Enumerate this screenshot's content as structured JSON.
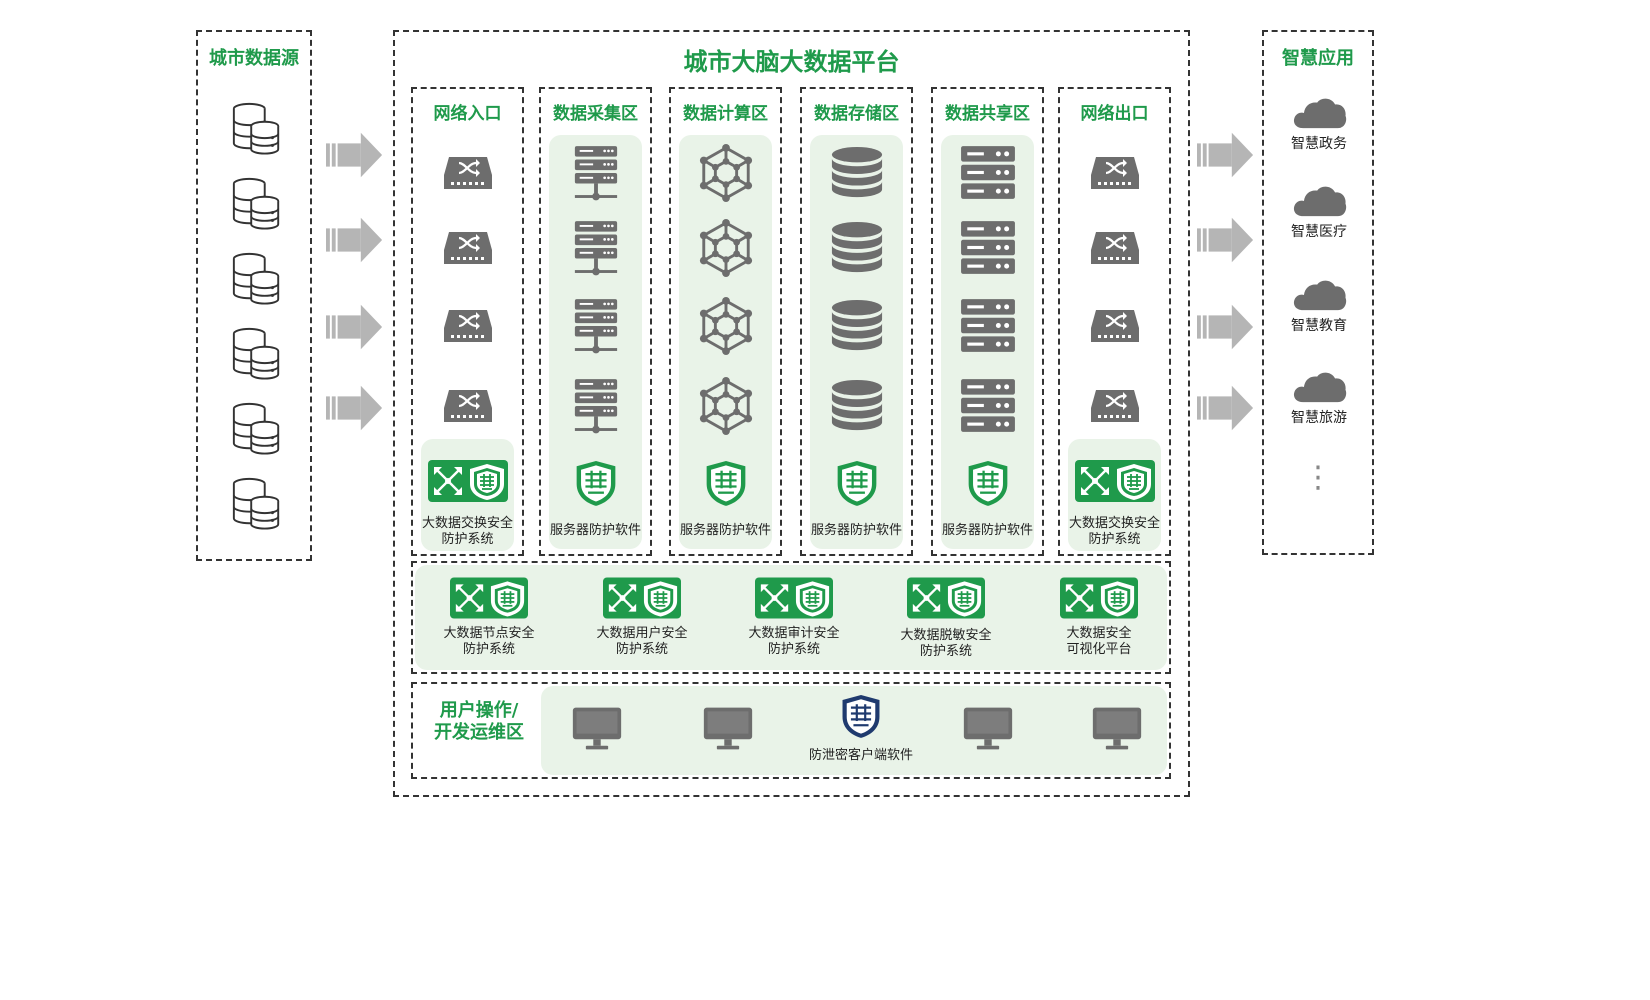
{
  "colors": {
    "brand_green": "#1f9a4b",
    "icon_gray": "#6d6d6d",
    "panel_bg": "#e9f3e8",
    "shield_navy": "#1f3a6e"
  },
  "sources": {
    "title": "城市数据源",
    "icon": "database-stack-icon",
    "count": 6
  },
  "platform": {
    "title": "城市大脑大数据平台",
    "columns": [
      {
        "id": "network-in",
        "title": "网络入口",
        "icon": "network-switch-icon",
        "footer": [
          "大数据交换安全",
          "防护系统"
        ],
        "footer_icon": "exchange-security-icon"
      },
      {
        "id": "collect",
        "title": "数据采集区",
        "icon": "server-rack-icon",
        "footer": [
          "服务器防护软件"
        ],
        "footer_icon": "shield-icon"
      },
      {
        "id": "compute",
        "title": "数据计算区",
        "icon": "hexagon-network-icon",
        "footer": [
          "服务器防护软件"
        ],
        "footer_icon": "shield-icon"
      },
      {
        "id": "storage",
        "title": "数据存储区",
        "icon": "database-icon",
        "footer": [
          "服务器防护软件"
        ],
        "footer_icon": "shield-icon"
      },
      {
        "id": "share",
        "title": "数据共享区",
        "icon": "server-icon",
        "footer": [
          "服务器防护软件"
        ],
        "footer_icon": "shield-icon"
      },
      {
        "id": "network-out",
        "title": "网络出口",
        "icon": "network-switch-icon",
        "footer": [
          "大数据交换安全",
          "防护系统"
        ],
        "footer_icon": "exchange-security-icon"
      }
    ],
    "security_systems": [
      {
        "line1": "大数据节点安全",
        "line2": "防护系统"
      },
      {
        "line1": "大数据用户安全",
        "line2": "防护系统"
      },
      {
        "line1": "大数据审计安全",
        "line2": "防护系统"
      },
      {
        "line1": "大数据脱敏安全",
        "line2": "防护系统"
      },
      {
        "line1": "大数据安全",
        "line2": "可视化平台"
      }
    ],
    "user_zone": {
      "title_line1": "用户操作/",
      "title_line2": "开发运维区",
      "client_label": "防泄密客户端软件",
      "icon": "monitor-icon"
    }
  },
  "apps": {
    "title": "智慧应用",
    "items": [
      "智慧政务",
      "智慧医疗",
      "智慧教育",
      "智慧旅游"
    ],
    "more": "⋮"
  }
}
